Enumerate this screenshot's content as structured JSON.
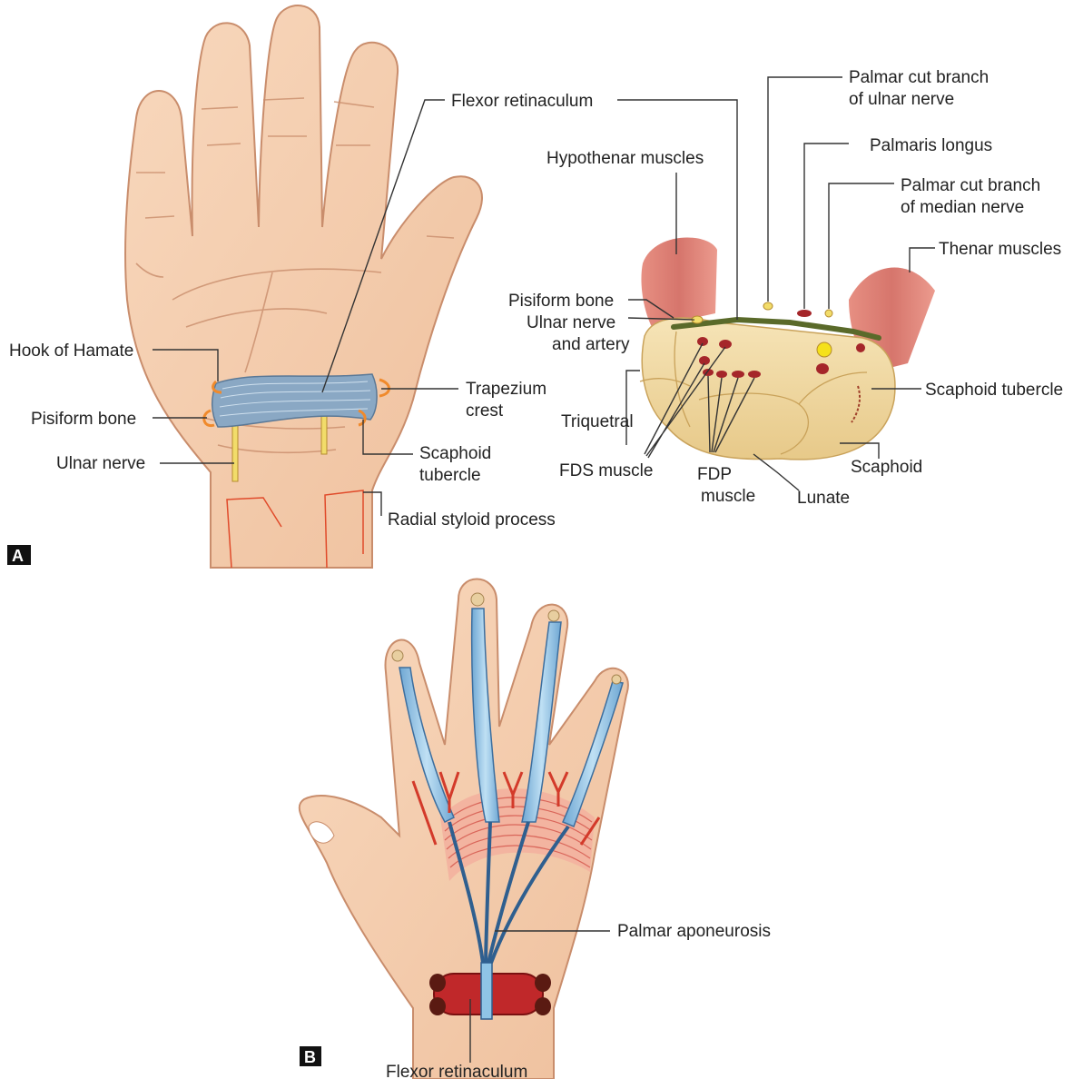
{
  "panel_a": {
    "tag": "A",
    "labels": {
      "flexor_retinaculum": "Flexor retinaculum",
      "hook_of_hamate": "Hook of Hamate",
      "pisiform_bone": "Pisiform bone",
      "ulnar_nerve": "Ulnar nerve",
      "trapezium_crest_1": "Trapezium",
      "trapezium_crest_2": "crest",
      "scaphoid_tubercle_1": "Scaphoid",
      "scaphoid_tubercle_2": "tubercle",
      "radial_styloid": "Radial styloid process"
    }
  },
  "panel_a_section": {
    "labels": {
      "palmar_cut_ulnar_1": "Palmar cut branch",
      "palmar_cut_ulnar_2": "of ulnar nerve",
      "palmaris_longus": "Palmaris longus",
      "palmar_cut_median_1": "Palmar cut branch",
      "palmar_cut_median_2": "of median nerve",
      "hypothenar": "Hypothenar muscles",
      "thenar": "Thenar muscles",
      "pisiform": "Pisiform bone",
      "ulnar_nerve_artery_1": "Ulnar nerve",
      "ulnar_nerve_artery_2": "and artery",
      "scaphoid_tubercle": "Scaphoid tubercle",
      "triquetral": "Triquetral",
      "fds": "FDS muscle",
      "fdp_1": "FDP",
      "fdp_2": "muscle",
      "lunate": "Lunate",
      "scaphoid": "Scaphoid"
    }
  },
  "panel_b": {
    "tag": "B",
    "labels": {
      "palmar_aponeurosis": "Palmar aponeurosis",
      "flexor_retinaculum": "Flexor retinaculum"
    }
  },
  "colors": {
    "skin": "#f6cfb0",
    "skin_edge": "#c98d6c",
    "retinaculum": "#8aa8c4",
    "tendon": "#8fc4e6",
    "muscle": "#d9665a",
    "bone": "#f0d9a2",
    "nerve": "#f2dc6a",
    "vessel": "#a5262a"
  }
}
